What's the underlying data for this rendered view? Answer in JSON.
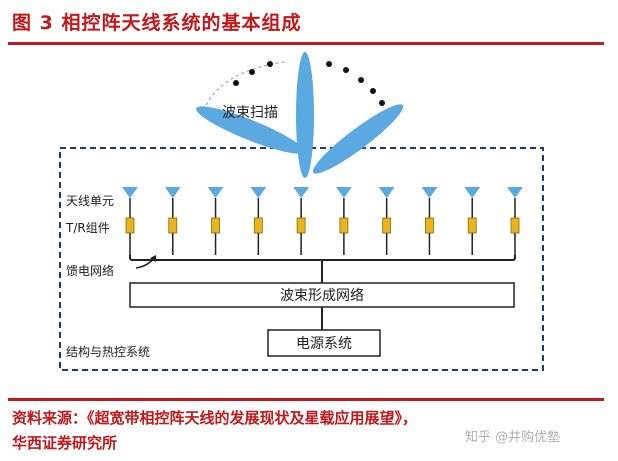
{
  "figure": {
    "title": "图 3 相控阵天线系统的基本组成"
  },
  "diagram": {
    "scan_label": "波束扫描",
    "antenna_label": "天线单元",
    "tr_label": "T/R组件",
    "feed_label": "馈电网络",
    "beamformer_label": "波束形成网络",
    "power_label": "电源系统",
    "thermal_label": "结构与热控系统",
    "element_count": 10,
    "colors": {
      "beam": "#5aa9e0",
      "tr_module": "#e8b520",
      "frame": "#1f3a6b",
      "wire": "#222222"
    }
  },
  "source": {
    "line1": "资料来源：《超宽带相控阵天线的发展现状及星载应用展望》，",
    "line2": "华西证券研究所"
  },
  "watermark": {
    "text": "知乎 @井购优塾"
  }
}
